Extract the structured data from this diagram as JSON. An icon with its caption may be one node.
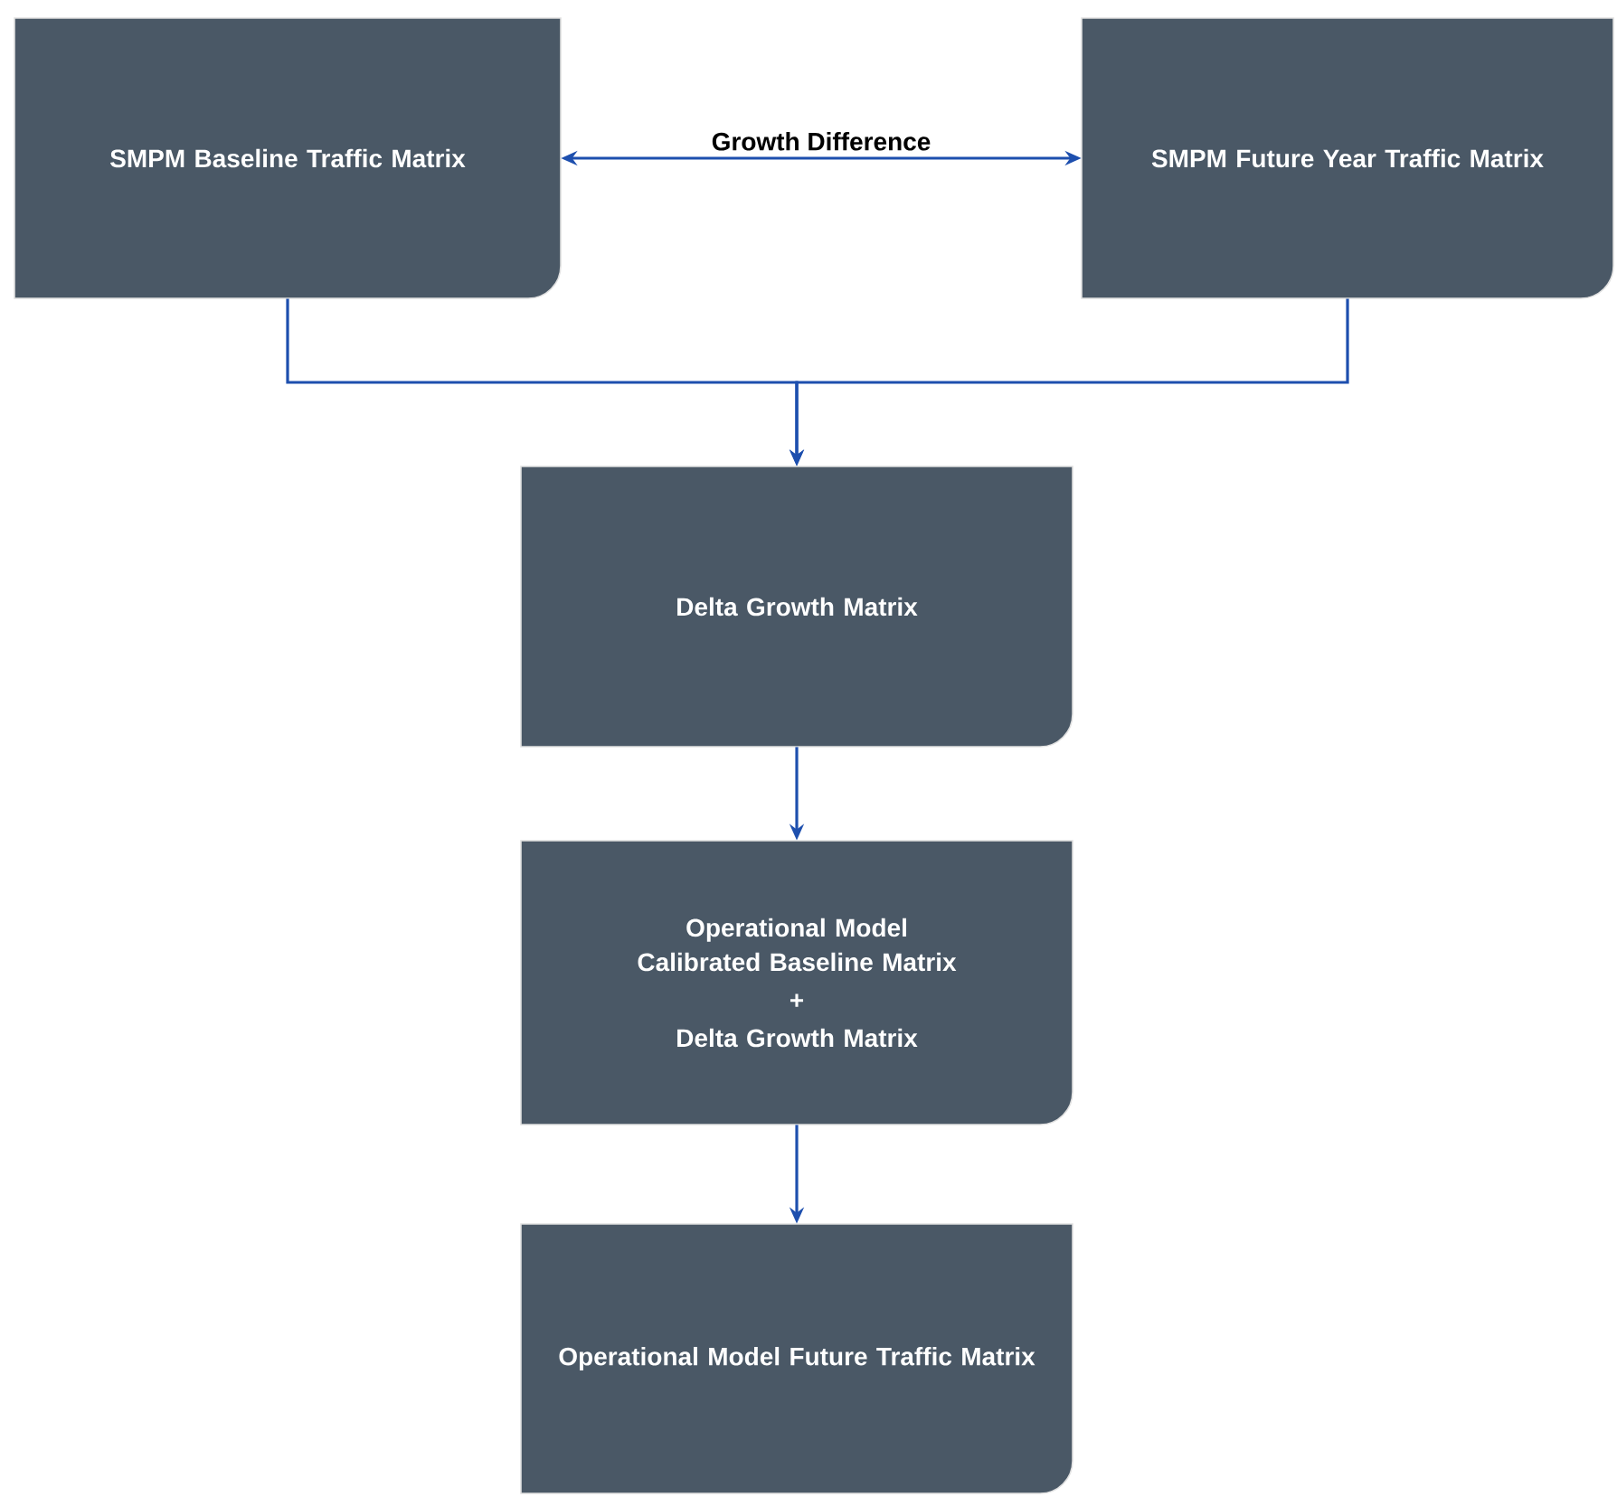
{
  "diagram": {
    "nodes": [
      {
        "text": [
          "SMPM Baseline Traffic Matrix"
        ]
      },
      {
        "text": [
          "SMPM Future Year Traffic Matrix"
        ]
      },
      {
        "text": [
          "Delta Growth Matrix"
        ]
      },
      {
        "text": [
          "Operational Model Calibrated Baseline Matrix",
          "+",
          "Delta Growth Matrix"
        ]
      },
      {
        "text": [
          "Operational Model Future Traffic Matrix"
        ]
      }
    ],
    "edges": [
      {
        "from": 0,
        "to": 1,
        "arrow": "both",
        "label": "Growth Difference"
      },
      {
        "from": 0,
        "to": 2,
        "arrow": "to"
      },
      {
        "from": 1,
        "to": 2,
        "arrow": "to"
      },
      {
        "from": 2,
        "to": 3,
        "arrow": "to"
      },
      {
        "from": 3,
        "to": 4,
        "arrow": "to"
      }
    ]
  }
}
